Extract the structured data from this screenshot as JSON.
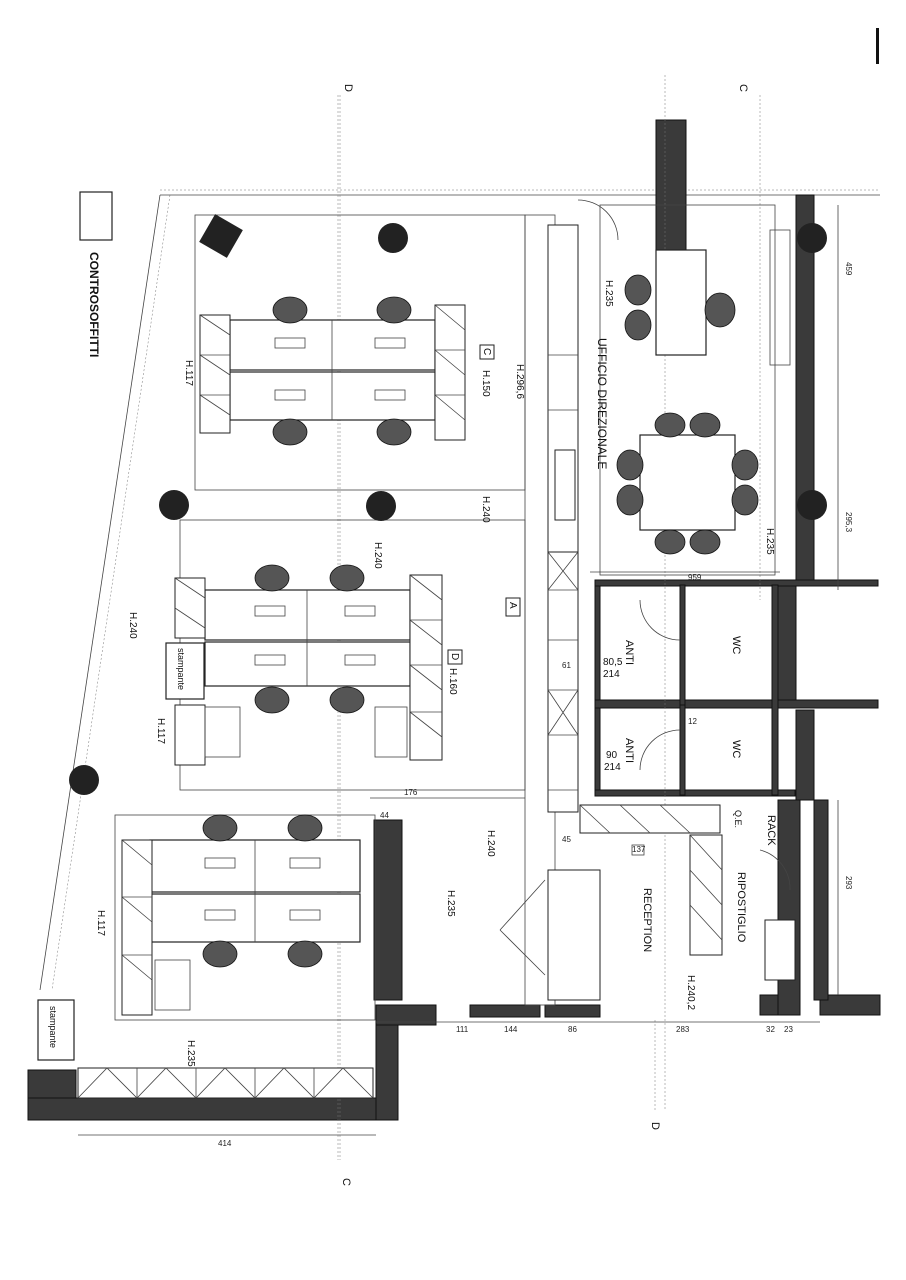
{
  "legend": {
    "label": "CONTROSOFFITTI"
  },
  "section_marks": {
    "top_left": "D",
    "top_right": "C",
    "bottom_left": "C",
    "bottom_right": "D"
  },
  "rooms": {
    "ufficio_direzionale": "UFFICIO DIREZIONALE",
    "anti_1": "ANTI",
    "anti_2": "ANTI",
    "wc_1": "WC",
    "wc_2": "WC",
    "reception": "RECEPTION",
    "ripostiglio": "RIPOSTIGLIO",
    "rack": "RACK",
    "qe": "Q.E."
  },
  "equipment": {
    "stampante_1": "stampante",
    "stampante_2": "stampante"
  },
  "heights": {
    "h117_a": "H.117",
    "h117_b": "H.117",
    "h117_c": "H.117",
    "h150_a": "H.150",
    "h150_b": "H.160",
    "h2966": "H.296,6",
    "h240_a": "H.240",
    "h240_b": "H.240",
    "h240_c": "H.240",
    "h240_d": "H.240",
    "h235_a": "H.235",
    "h235_b": "H.235",
    "h235_c": "H.235",
    "h235_d": "H.235",
    "h2402": "H.240,2"
  },
  "door_dims": {
    "anti1_w": "80,5",
    "anti1_h": "214",
    "anti2_w": "90",
    "anti2_h": "214"
  },
  "zone_tags": {
    "c": "C",
    "a": "A",
    "d": "D"
  },
  "dimensions": {
    "bottom": [
      "414",
      "111",
      "144",
      "86",
      "283",
      "32",
      "23"
    ],
    "right": [
      "959",
      "295,3",
      "459",
      "293"
    ],
    "misc": [
      "176",
      "44",
      "45",
      "12",
      "61",
      "137"
    ]
  }
}
